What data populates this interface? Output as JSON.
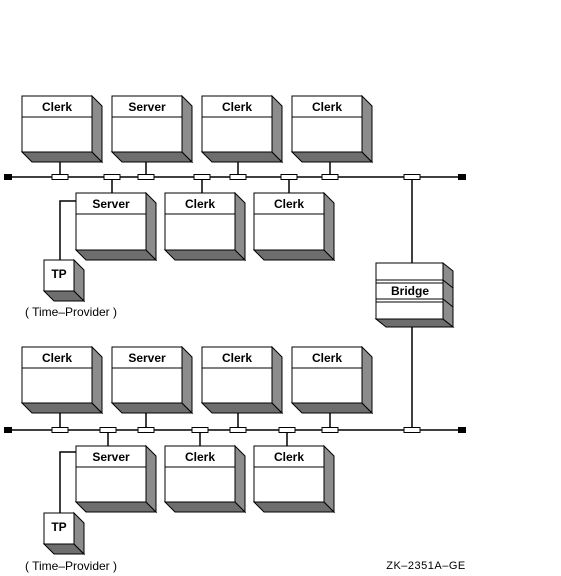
{
  "labels": {
    "clerk": "Clerk",
    "server": "Server",
    "tp": "TP",
    "bridge": "Bridge",
    "time_provider": "( Time–Provider )",
    "figure_code": "ZK–2351A–GE"
  },
  "colors": {
    "line": "#000000",
    "face": "#ffffff",
    "side": "#8c8c8c",
    "bottom": "#6e6e6e"
  },
  "lans": [
    {
      "top_row": [
        "Clerk",
        "Server",
        "Clerk",
        "Clerk"
      ],
      "bottom_row": [
        "Server",
        "Clerk",
        "Clerk"
      ],
      "time_provider_attached_to": "Server"
    },
    {
      "top_row": [
        "Clerk",
        "Server",
        "Clerk",
        "Clerk"
      ],
      "bottom_row": [
        "Server",
        "Clerk",
        "Clerk"
      ],
      "time_provider_attached_to": "Server"
    }
  ]
}
